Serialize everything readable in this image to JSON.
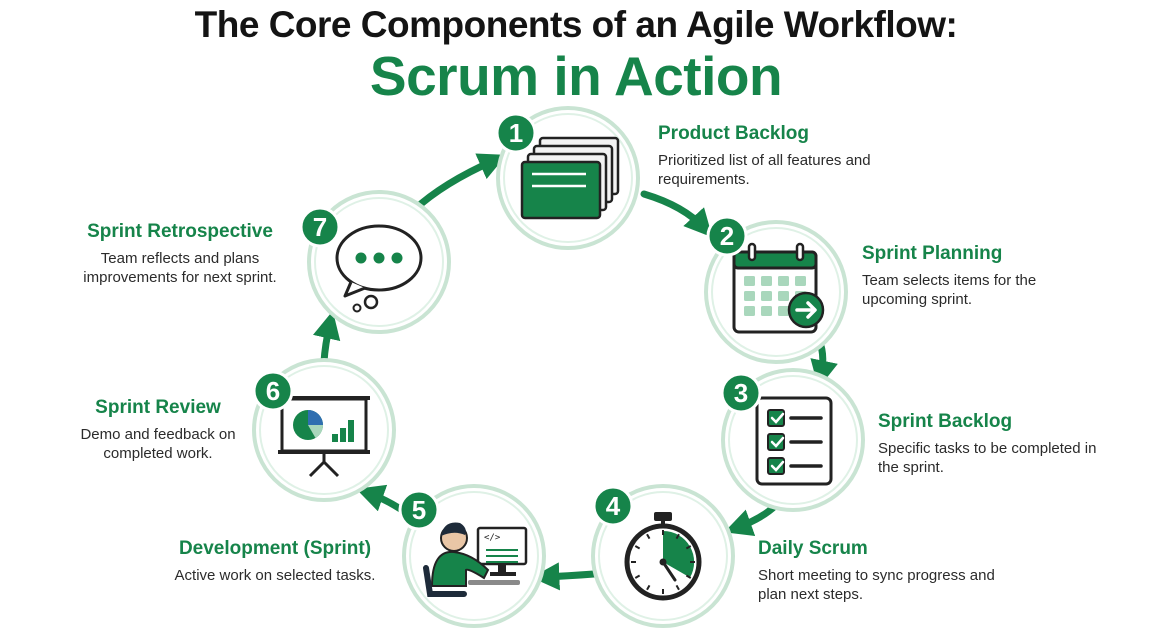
{
  "title": {
    "line1": "The Core Components of an Agile Workflow:",
    "line2": "Scrum in Action"
  },
  "colors": {
    "accent": "#16844a",
    "accent_light": "#dff1e6",
    "ring": "#c9e4d3",
    "text_dark": "#141414"
  },
  "steps": [
    {
      "number": "1",
      "title": "Product Backlog",
      "description": "Prioritized list of all features and requirements.",
      "icon": "stacked-cards-icon"
    },
    {
      "number": "2",
      "title": "Sprint Planning",
      "description": "Team selects items for the upcoming sprint.",
      "icon": "calendar-arrow-icon"
    },
    {
      "number": "3",
      "title": "Sprint Backlog",
      "description": "Specific tasks to be completed in the sprint.",
      "icon": "checklist-icon"
    },
    {
      "number": "4",
      "title": "Daily Scrum",
      "description": "Short meeting to sync progress and plan next steps.",
      "icon": "stopwatch-icon"
    },
    {
      "number": "5",
      "title": "Development (Sprint)",
      "description": "Active work on selected tasks.",
      "icon": "developer-at-computer-icon"
    },
    {
      "number": "6",
      "title": "Sprint Review",
      "description": "Demo and feedback on completed work.",
      "icon": "presentation-chart-icon"
    },
    {
      "number": "7",
      "title": "Sprint Retrospective",
      "description": "Team reflects and plans improvements for next sprint.",
      "icon": "speech-bubble-icon"
    }
  ]
}
